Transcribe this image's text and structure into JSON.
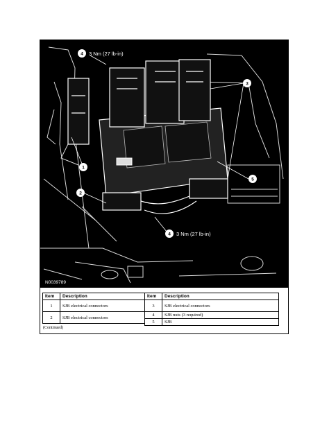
{
  "figure": {
    "id": "N0039789",
    "callouts": [
      {
        "num": "4",
        "text": "3 Nm (27 lb-in)"
      },
      {
        "num": "3",
        "text": ""
      },
      {
        "num": "1",
        "text": ""
      },
      {
        "num": "2",
        "text": ""
      },
      {
        "num": "5",
        "text": ""
      },
      {
        "num": "4",
        "text": "3 Nm (27 lb-in)"
      }
    ]
  },
  "tables": {
    "left": {
      "headers": [
        "Item",
        "Description"
      ],
      "rows": [
        {
          "item": "1",
          "desc": "SJB electrical connectors"
        },
        {
          "item": "2",
          "desc": "SJB electrical connectors"
        }
      ]
    },
    "right": {
      "headers": [
        "Item",
        "Description"
      ],
      "rows": [
        {
          "item": "3",
          "desc": "SJB electrical connectors"
        },
        {
          "item": "4",
          "desc": "SJB nuts (3 required)"
        },
        {
          "item": "5",
          "desc": "SJB"
        }
      ]
    }
  },
  "footer": {
    "continued": "(Continued)"
  }
}
